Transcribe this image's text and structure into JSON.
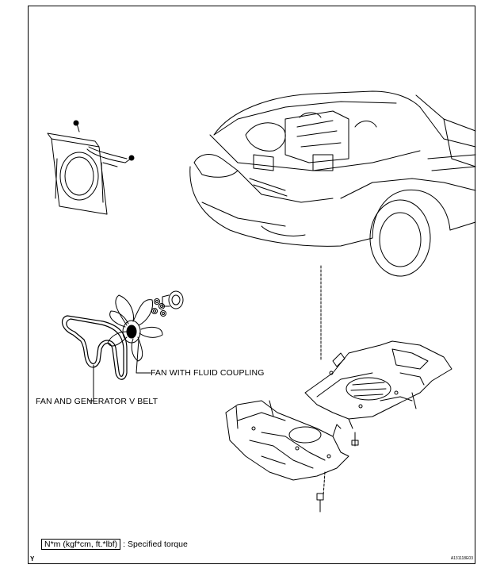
{
  "labels": {
    "fan_fluid_coupling": "FAN WITH FLUID COUPLING",
    "v_belt": "FAN AND GENERATOR V BELT"
  },
  "legend": {
    "torque_unit": "N*m (kgf*cm, ft.*lbf)",
    "torque_desc": ": Specified torque"
  },
  "corner_mark": "Y",
  "figure_code": "A131118E03"
}
